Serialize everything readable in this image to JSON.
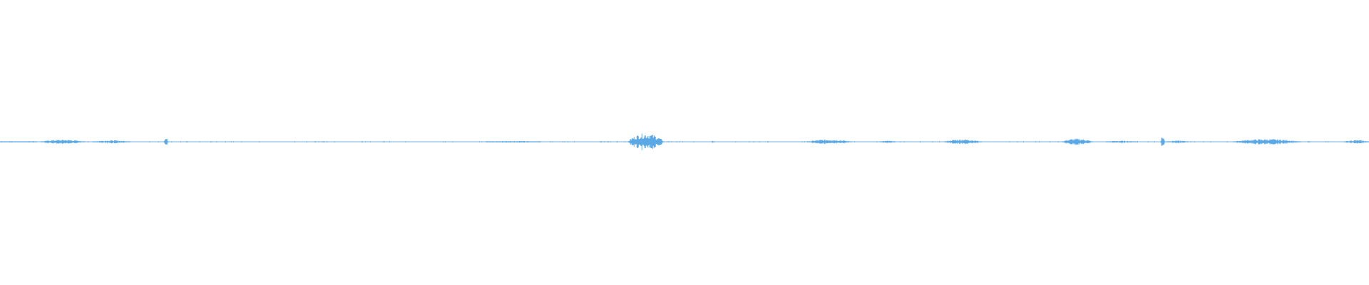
{
  "waveform": {
    "color": "#5aa9e6",
    "baseline_color": "#5aa9e6",
    "amplitude_range": [
      -1,
      1
    ],
    "duration_fraction_range": [
      0,
      1
    ],
    "bursts": [
      {
        "start": 0.0,
        "end": 0.027,
        "peak": 0.02,
        "style": "dots"
      },
      {
        "start": 0.03,
        "end": 0.062,
        "peak": 0.1
      },
      {
        "start": 0.068,
        "end": 0.095,
        "peak": 0.07
      },
      {
        "start": 0.12,
        "end": 0.123,
        "peak": 0.18
      },
      {
        "start": 0.355,
        "end": 0.395,
        "peak": 0.04
      },
      {
        "start": 0.459,
        "end": 0.485,
        "peak": 0.4
      },
      {
        "start": 0.52,
        "end": 0.522,
        "peak": 0.05
      },
      {
        "start": 0.59,
        "end": 0.622,
        "peak": 0.11
      },
      {
        "start": 0.643,
        "end": 0.654,
        "peak": 0.05
      },
      {
        "start": 0.69,
        "end": 0.717,
        "peak": 0.12
      },
      {
        "start": 0.776,
        "end": 0.798,
        "peak": 0.15
      },
      {
        "start": 0.808,
        "end": 0.83,
        "peak": 0.05
      },
      {
        "start": 0.848,
        "end": 0.851,
        "peak": 0.28
      },
      {
        "start": 0.852,
        "end": 0.868,
        "peak": 0.06
      },
      {
        "start": 0.901,
        "end": 0.95,
        "peak": 0.13
      },
      {
        "start": 0.982,
        "end": 1.0,
        "peak": 0.08
      }
    ]
  }
}
